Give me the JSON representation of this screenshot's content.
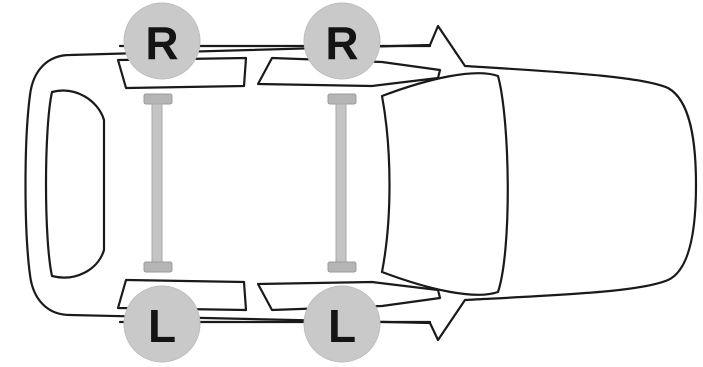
{
  "diagram": {
    "positions": [
      {
        "id": "rear-right",
        "label": "R"
      },
      {
        "id": "front-right",
        "label": "R"
      },
      {
        "id": "rear-left",
        "label": "L"
      },
      {
        "id": "front-left",
        "label": "L"
      }
    ],
    "colors": {
      "outline": "#1a1a1a",
      "badge_fill": "#c9c9c9",
      "badge_text": "#141414",
      "seat_rod": "#c4c4c4"
    }
  }
}
